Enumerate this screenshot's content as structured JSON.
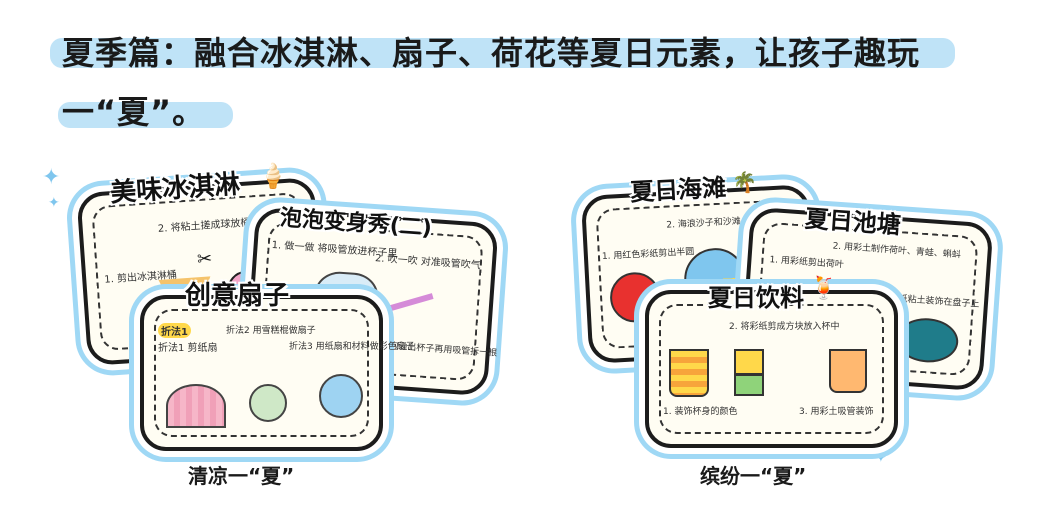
{
  "title": {
    "line1": "夏季篇：融合冰淇淋、扇子、荷花等夏日元素，让孩子趣玩",
    "line2": "一“夏”。"
  },
  "left_group": {
    "caption": "清凉一“夏”",
    "cards": {
      "ice_cream": {
        "title": "美味冰淇淋",
        "steps": [
          "1. 剪出冰淇淋桶",
          "2. 将粘土搓成球放桶里"
        ]
      },
      "bubble": {
        "title": "泡泡变身秀(二)",
        "steps": [
          "1. 做一做  将吸管放进杯子里",
          "2. 吹一吹  对准吸管吹气",
          "3. 吹到泡泡溢出杯子再用吸管拆一根"
        ]
      },
      "fan": {
        "title": "创意扇子",
        "steps": [
          "折法1  剪纸扇",
          "折法2  用雪糕棍做扇子",
          "折法3  用纸扇和材料做彩色扇子"
        ]
      }
    }
  },
  "right_group": {
    "caption": "缤纷一“夏”",
    "cards": {
      "beach": {
        "title": "夏日海滩",
        "steps": [
          "1. 用红色彩纸剪出半圆",
          "2. 海浪沙子和沙滩"
        ]
      },
      "pond": {
        "title": "夏日池塘",
        "steps": [
          "1. 用彩纸剪出荷叶",
          "2. 用彩土制作荷叶、青蛙、蝌蚪",
          "3. 用彩纸粘土装饰在盘子上"
        ]
      },
      "drink": {
        "title": "夏日饮料",
        "steps": [
          "1. 装饰杯身的颜色",
          "2. 将彩纸剪成方块放入杯中",
          "3. 用彩土吸管装饰"
        ]
      }
    }
  },
  "colors": {
    "highlight": "#bfe3f7",
    "frame": "#9fd8f5",
    "accent": "#ffd84a"
  }
}
